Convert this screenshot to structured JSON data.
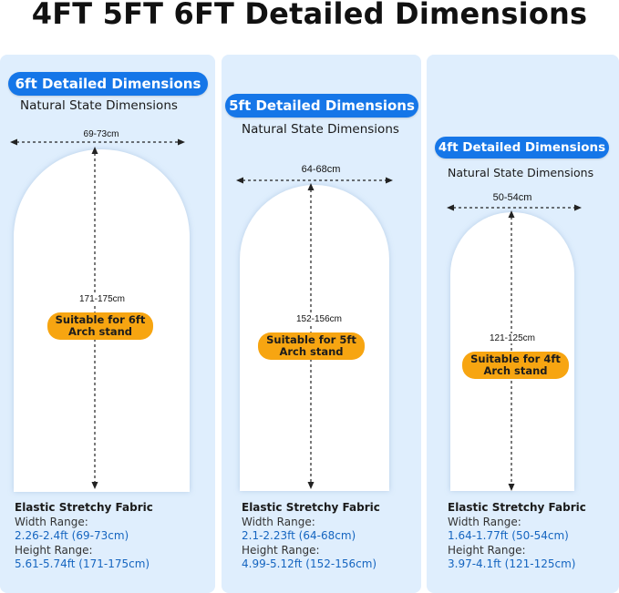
{
  "title": "4FT 5FT 6FT Detailed Dimensions",
  "panels": [
    {
      "header": "6ft Detailed Dimensions",
      "subheader": "Natural State Dimensions",
      "width_label": "69-73cm",
      "height_label": "171-175cm",
      "badge_line1": "Suitable for 6ft",
      "badge_line2": "Arch stand",
      "fabric": "Elastic Stretchy Fabric",
      "width_range_label": "Width Range:",
      "width_range_value": "2.26-2.4ft (69-73cm)",
      "height_range_label": "Height Range:",
      "height_range_value": "5.61-5.74ft   (171-175cm)"
    },
    {
      "header": "5ft Detailed Dimensions",
      "subheader": "Natural State Dimensions",
      "width_label": "64-68cm",
      "height_label": "152-156cm",
      "badge_line1": "Suitable for 5ft",
      "badge_line2": "Arch stand",
      "fabric": "Elastic Stretchy Fabric",
      "width_range_label": "Width Range:",
      "width_range_value": "2.1-2.23ft (64-68cm)",
      "height_range_label": "Height Range:",
      "height_range_value": "4.99-5.12ft (152-156cm)"
    },
    {
      "header": "4ft Detailed Dimensions",
      "subheader": "Natural State Dimensions",
      "width_label": "50-54cm",
      "height_label": "121-125cm",
      "badge_line1": "Suitable for 4ft",
      "badge_line2": "Arch stand",
      "fabric": "Elastic Stretchy Fabric",
      "width_range_label": "Width Range:",
      "width_range_value": "1.64-1.77ft (50-54cm)",
      "height_range_label": "Height Range:",
      "height_range_value": "3.97-4.1ft (121-125cm)"
    }
  ],
  "colors": {
    "panel_bg": "#dfeefd",
    "header_pill": "#1576e8",
    "badge": "#f7a511",
    "value_text": "#1565c0"
  }
}
